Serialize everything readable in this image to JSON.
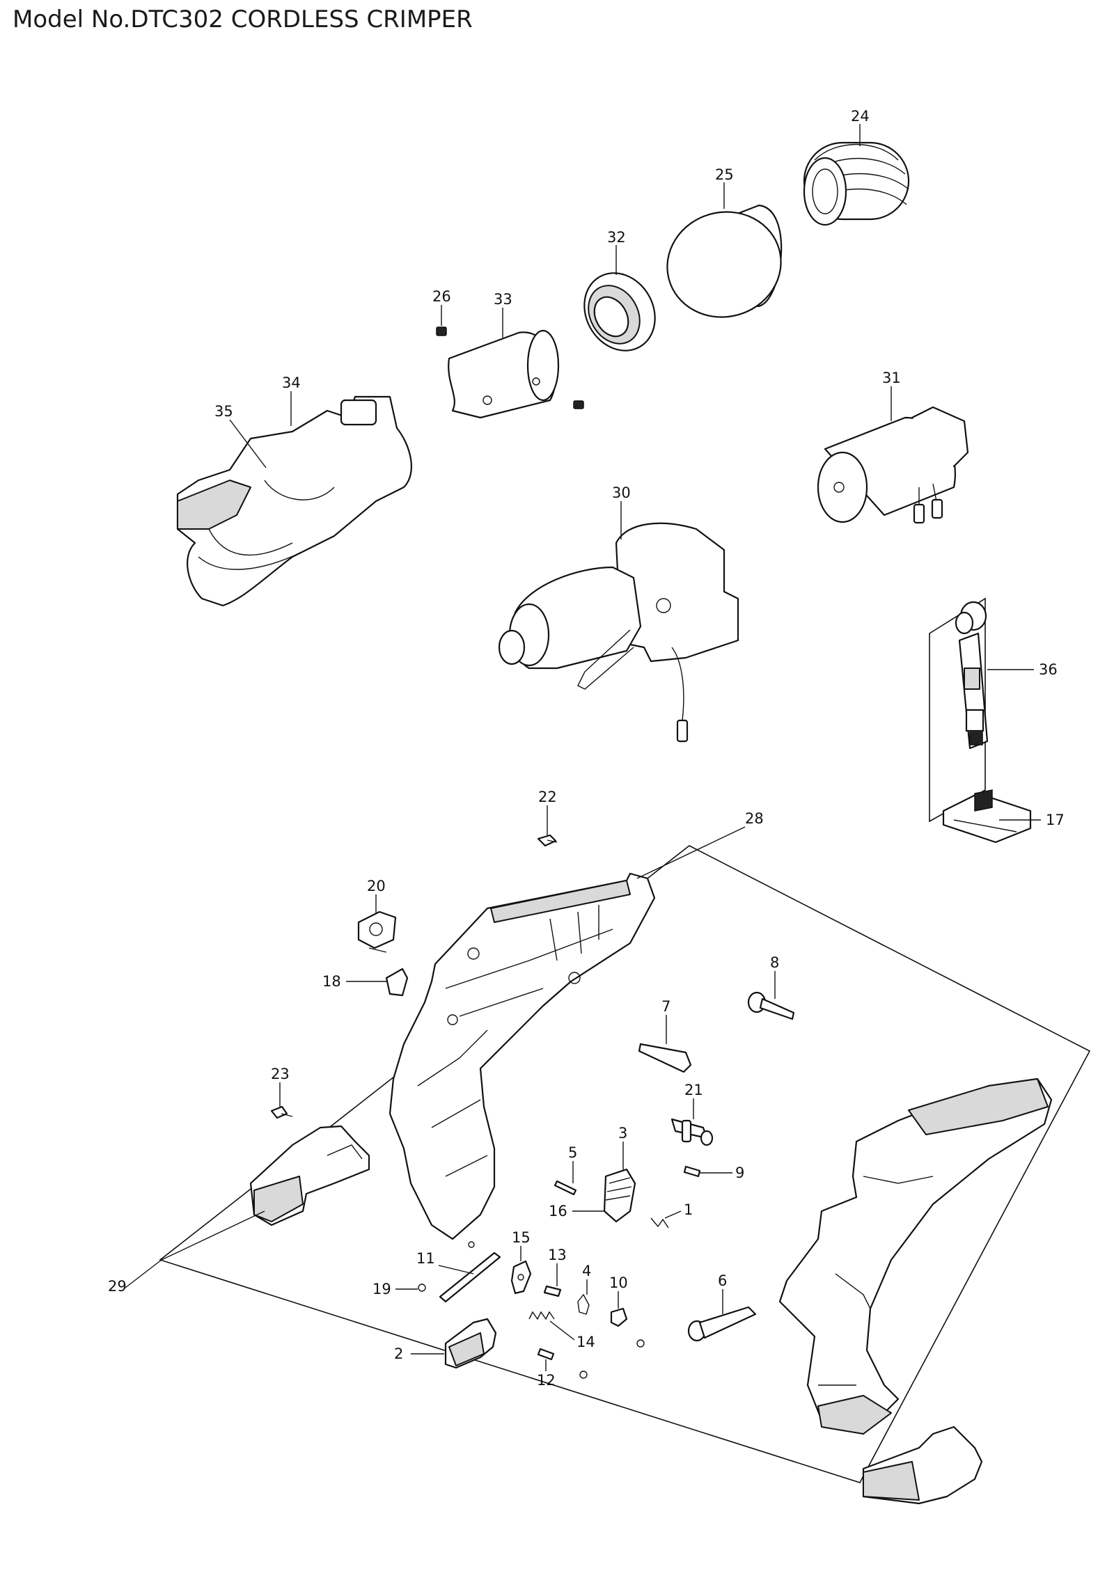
{
  "page": {
    "title": "Model No.DTC302 CORDLESS CRIMPER"
  },
  "callouts": {
    "c1": "1",
    "c2": "2",
    "c3": "3",
    "c4": "4",
    "c5": "5",
    "c6": "6",
    "c7": "7",
    "c8": "8",
    "c9": "9",
    "c10": "10",
    "c11": "11",
    "c12": "12",
    "c13": "13",
    "c14": "14",
    "c15": "15",
    "c16": "16",
    "c17": "17",
    "c18": "18",
    "c19": "19",
    "c20": "20",
    "c21": "21",
    "c22": "22",
    "c23": "23",
    "c24": "24",
    "c25": "25",
    "c26": "26",
    "c28": "28",
    "c29": "29",
    "c30": "30",
    "c31": "31",
    "c32": "32",
    "c33": "33",
    "c34": "34",
    "c35": "35",
    "c36": "36"
  }
}
